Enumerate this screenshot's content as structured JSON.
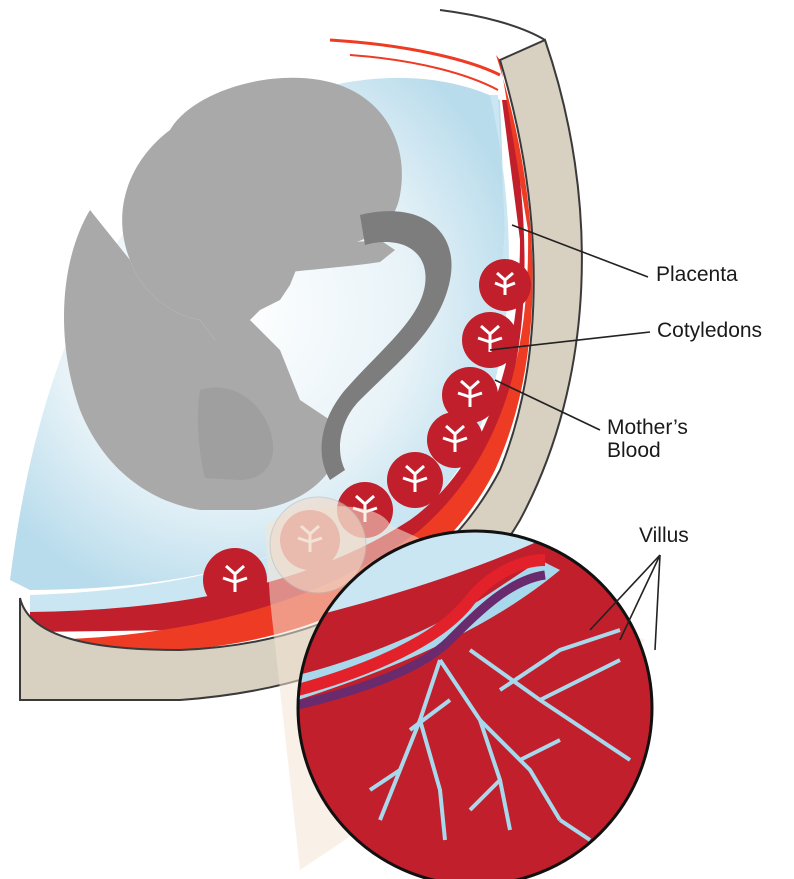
{
  "labels": {
    "placenta": "Placenta",
    "cotyledons": "Cotyledons",
    "mothers_blood_line1": "Mother’s",
    "mothers_blood_line2": "Blood",
    "villus": "Villus"
  },
  "colors": {
    "uterine_wall": "#d8d0c0",
    "uterine_outline": "#3a3a3a",
    "amniotic_fluid": "#c9e6f2",
    "fetus": "#a9a9a9",
    "umbilical_cord": "#7d7d7d",
    "maternal_blood": "#c01f2b",
    "lining_red": "#ee3b24",
    "villus_fill": "#a8d8ec",
    "villus_vein": "#6a2a6e",
    "villus_artery": "#e3212b"
  }
}
